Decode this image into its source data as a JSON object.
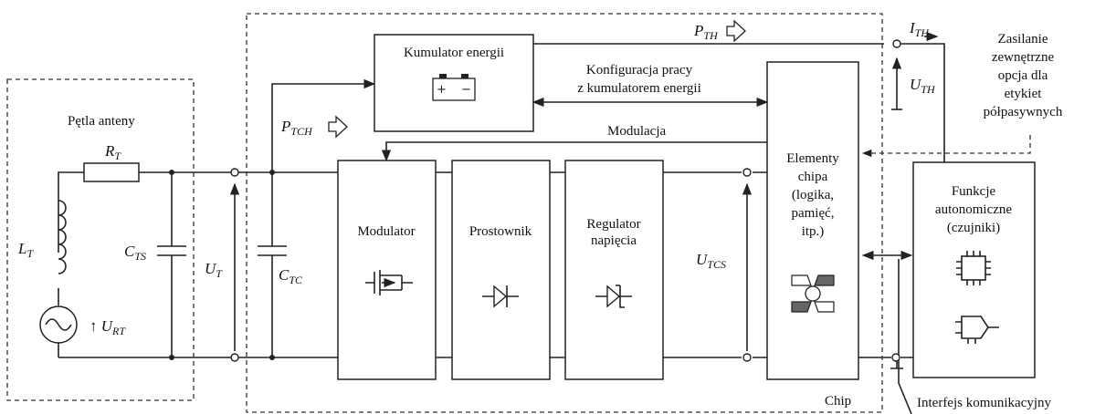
{
  "antenna": {
    "title": "Pętla anteny",
    "R": {
      "main": "R",
      "sub": "T"
    },
    "L": {
      "main": "L",
      "sub": "T"
    },
    "C": {
      "main": "C",
      "sub": "TS"
    },
    "U_RT": {
      "prefix": "↑ ",
      "main": "U",
      "sub": "RT"
    }
  },
  "line": {
    "U_T": {
      "main": "U",
      "sub": "T"
    },
    "C_TC": {
      "main": "C",
      "sub": "TC"
    },
    "P_TCH": {
      "main": "P",
      "sub": "TCH"
    },
    "U_TCS": {
      "main": "U",
      "sub": "TCS"
    }
  },
  "blocks": {
    "accumulator": "Kumulator energii",
    "modulator": "Modulator",
    "rectifier": "Prostownik",
    "regulator": [
      "Regulator",
      "napięcia"
    ],
    "elements": [
      "Elementy",
      "chipa",
      "(logika,",
      "pamięć,",
      "itp.)"
    ],
    "functions": [
      "Funkcje",
      "autonomiczne",
      "(czujniki)"
    ]
  },
  "labels": {
    "config": [
      "Konfiguracja pracy",
      "z kumulatorem energii"
    ],
    "modulation": "Modulacja",
    "supply": [
      "Zasilanie",
      "zewnętrzne",
      "opcja dla",
      "etykiet",
      "półpasywnych"
    ],
    "chip": "Chip",
    "interface": "Interfejs komunikacyjny",
    "P_TH": {
      "main": "P",
      "sub": "TH"
    },
    "I_TH": {
      "main": "I",
      "sub": "TH"
    },
    "U_TH": {
      "main": "U",
      "sub": "TH"
    }
  }
}
